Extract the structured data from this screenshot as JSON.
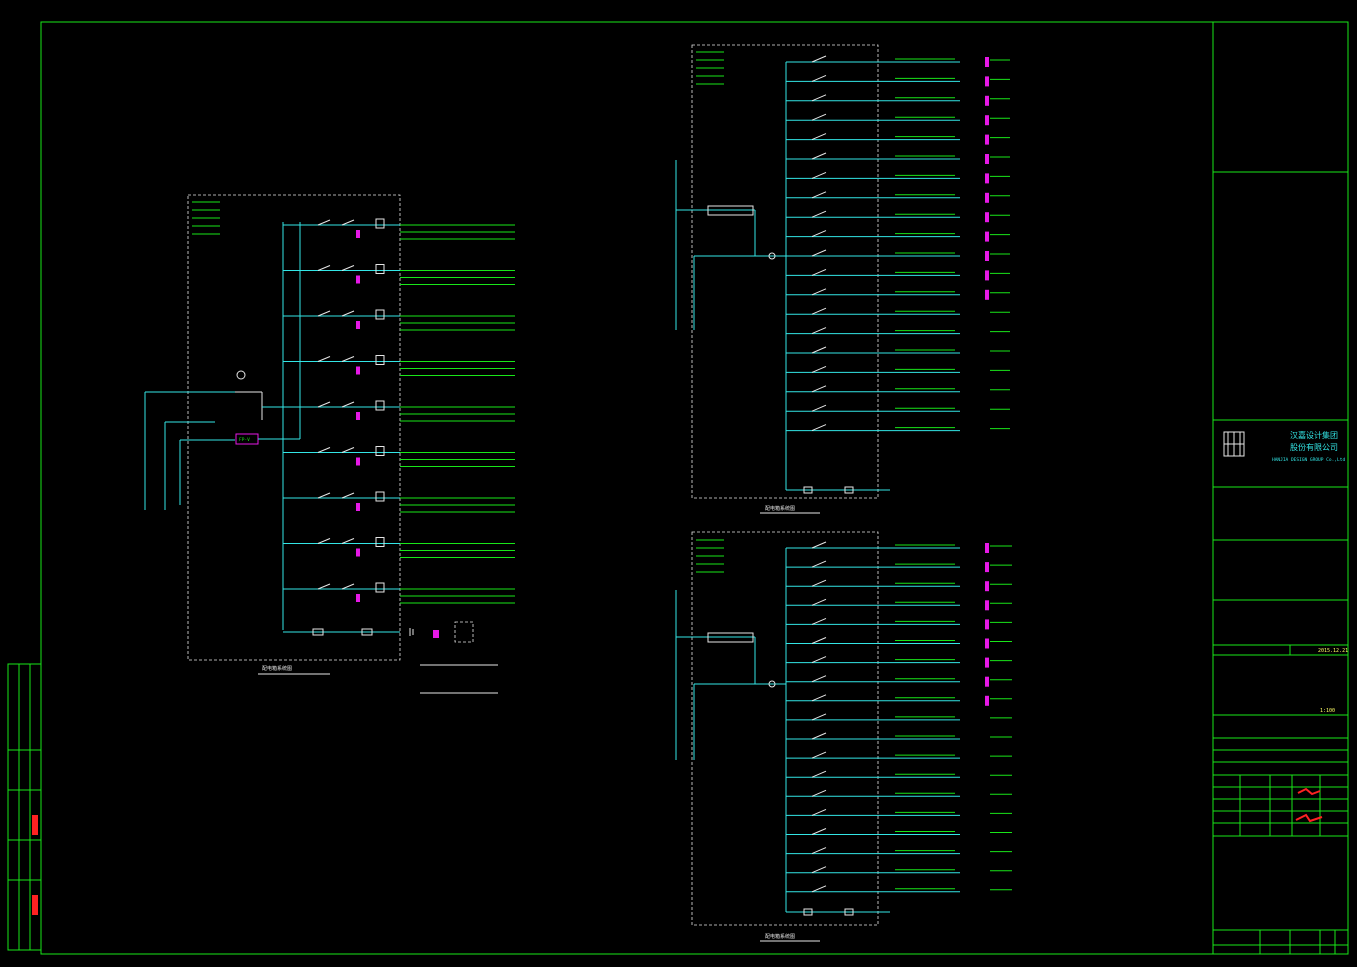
{
  "colors": {
    "background": "#000000",
    "frame": "#19e619",
    "wire": "#33e6e6",
    "annotation": "#e6e6e6",
    "terminal_marker": "#e619e6",
    "signature": "#ff2222",
    "text": "#19e619"
  },
  "title_block": {
    "company_cn_line1": "汉嘉设计集团",
    "company_cn_line2": "股份有限公司",
    "company_en": "HANJIA DESIGN GROUP Co.,Ltd",
    "date": "2015.12.21",
    "scale": "1:100"
  },
  "panels": {
    "left": {
      "caption": "配电箱系统图"
    },
    "right_top": {
      "caption": "配电箱系统图"
    },
    "right_bottom": {
      "caption": "配电箱系统图"
    }
  },
  "legend": {
    "item1": "FP-V"
  }
}
